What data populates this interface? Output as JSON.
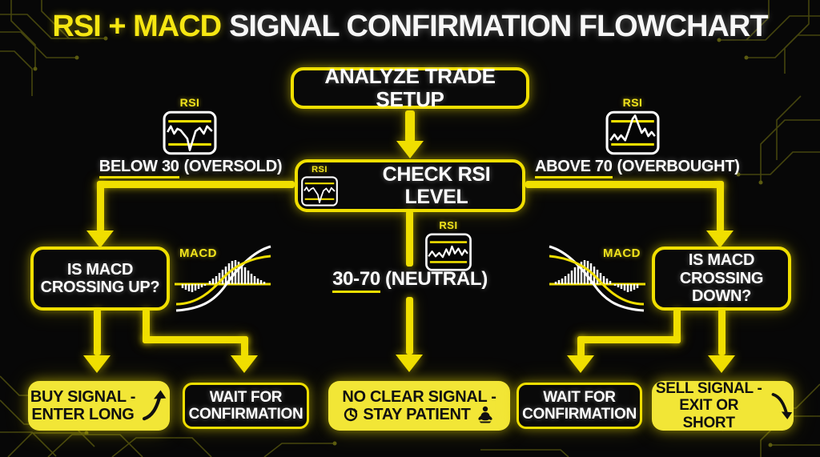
{
  "title": {
    "accent": "RSI + MACD",
    "rest": "SIGNAL CONFIRMATION FLOWCHART"
  },
  "colors": {
    "background": "#070707",
    "accent_yellow": "#f0df00",
    "box_fill_yellow": "#f2e636",
    "title_yellow": "#f6e712",
    "text_white": "#ffffff",
    "text_black": "#101010",
    "circuit_trace": "#45450e"
  },
  "icons": {
    "rsi": "RSI",
    "macd": "MACD"
  },
  "flow": {
    "start": {
      "label": "ANALYZE TRADE SETUP"
    },
    "check": {
      "label": "CHECK RSI LEVEL"
    },
    "branches": {
      "oversold": {
        "value": "BELOW 30",
        "qualifier": "(OVERSOLD)"
      },
      "neutral": {
        "value": "30-70",
        "qualifier": "(NEUTRAL)"
      },
      "overbought": {
        "value": "ABOVE 70",
        "qualifier": "(OVERBOUGHT)"
      }
    },
    "decisions": {
      "macd_up": {
        "line1": "IS MACD",
        "line2": "CROSSING UP?"
      },
      "macd_down": {
        "line1": "IS MACD",
        "line2": "CROSSING DOWN?"
      }
    },
    "outcomes": {
      "buy": {
        "line1": "BUY SIGNAL -",
        "line2": "ENTER LONG"
      },
      "wait_left": {
        "line1": "WAIT FOR",
        "line2": "CONFIRMATION"
      },
      "no_signal": {
        "line1": "NO CLEAR SIGNAL -",
        "line2": "STAY PATIENT"
      },
      "wait_right": {
        "line1": "WAIT FOR",
        "line2": "CONFIRMATION"
      },
      "sell": {
        "line1": "SELL SIGNAL -",
        "line2": "EXIT OR SHORT"
      }
    }
  }
}
